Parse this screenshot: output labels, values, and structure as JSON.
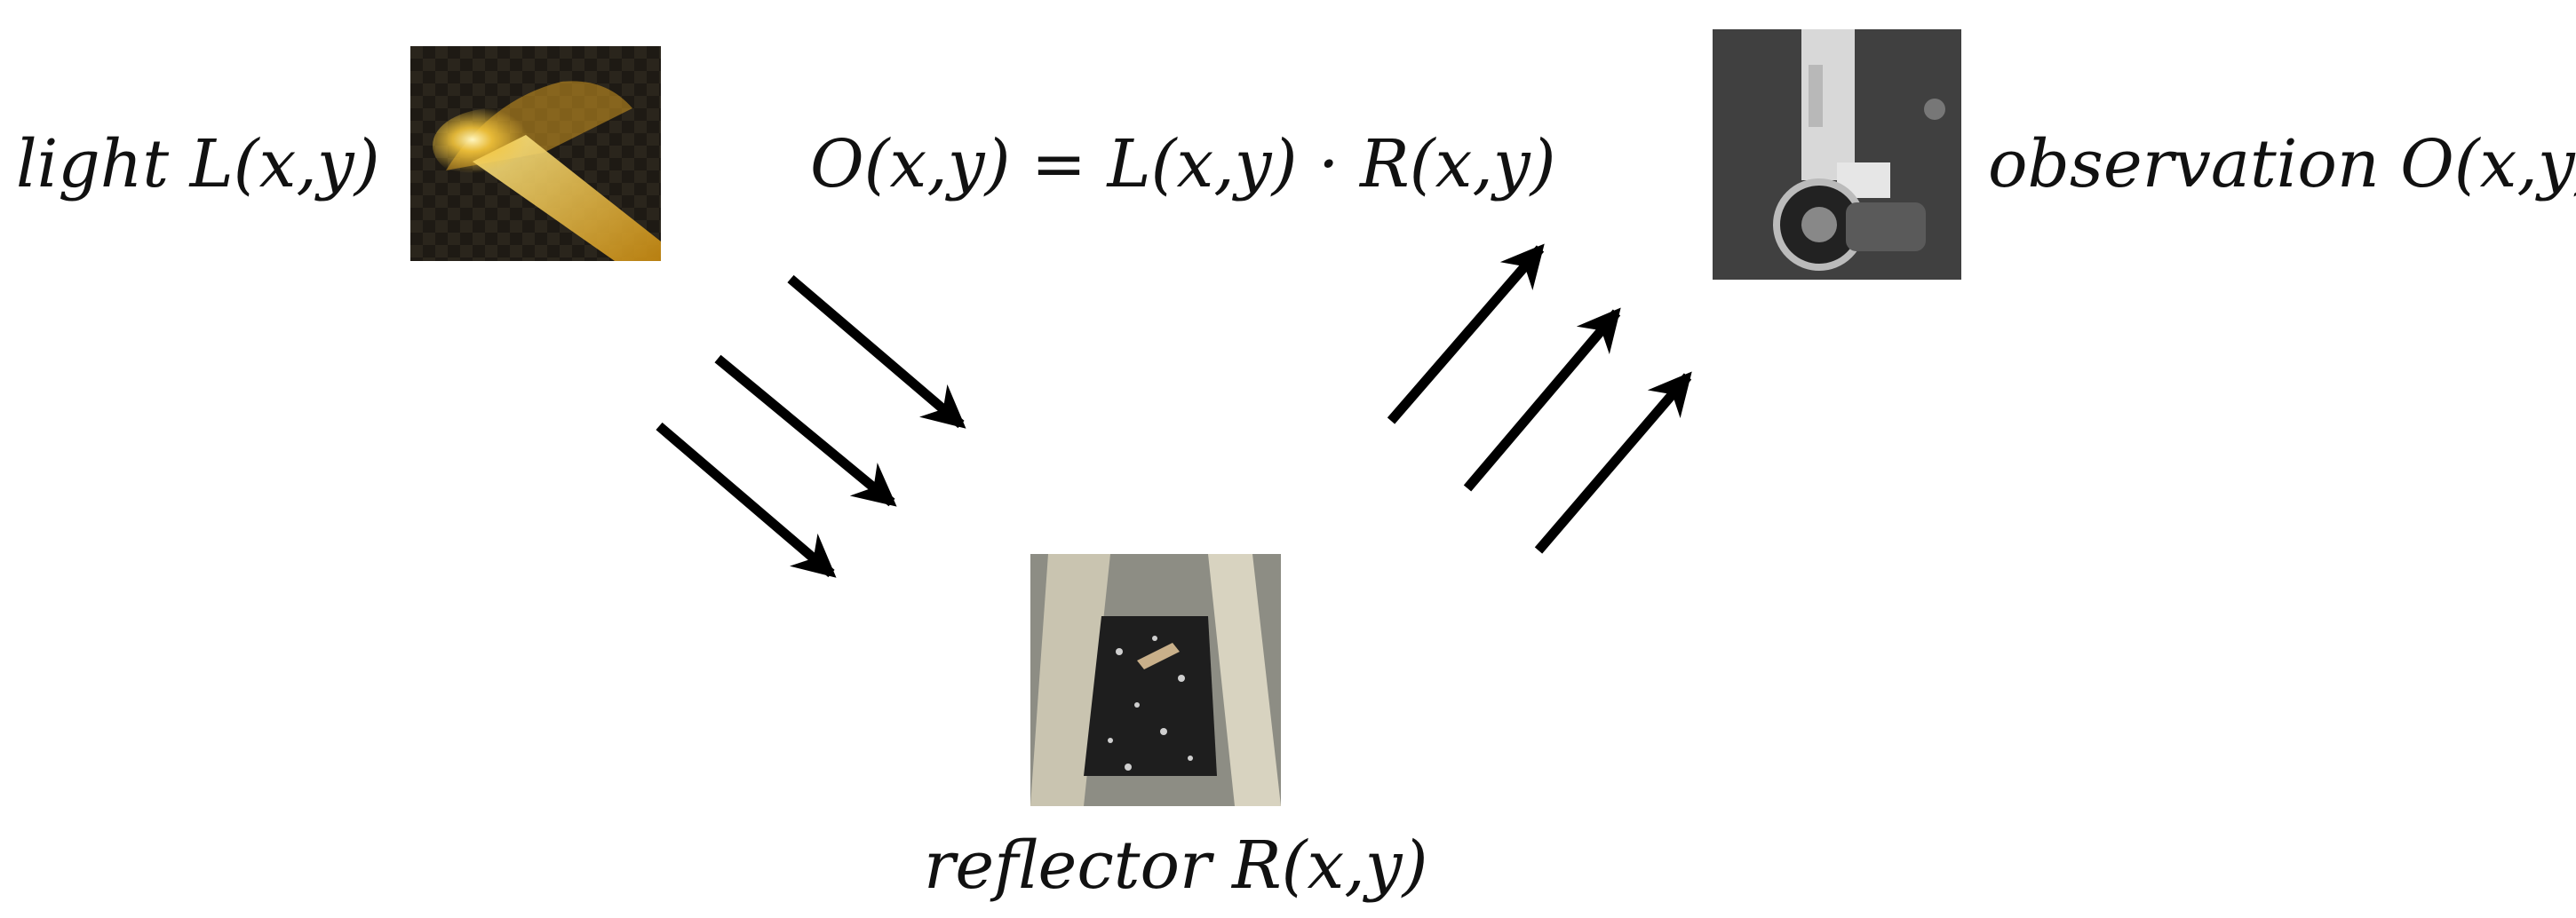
{
  "labels": {
    "light": "light L(x,y)",
    "equation": "O(x,y) = L(x,y) · R(x,y)",
    "observation": "observation O(x,y)",
    "reflector": "reflector R(x,y)"
  },
  "images": {
    "light": "light-beam-icon",
    "reflector": "conveyor-belt-photo",
    "observation": "camera-robot-photo"
  },
  "colors": {
    "arrow": "#000000",
    "text": "#111111",
    "beam": "#f0c030"
  }
}
